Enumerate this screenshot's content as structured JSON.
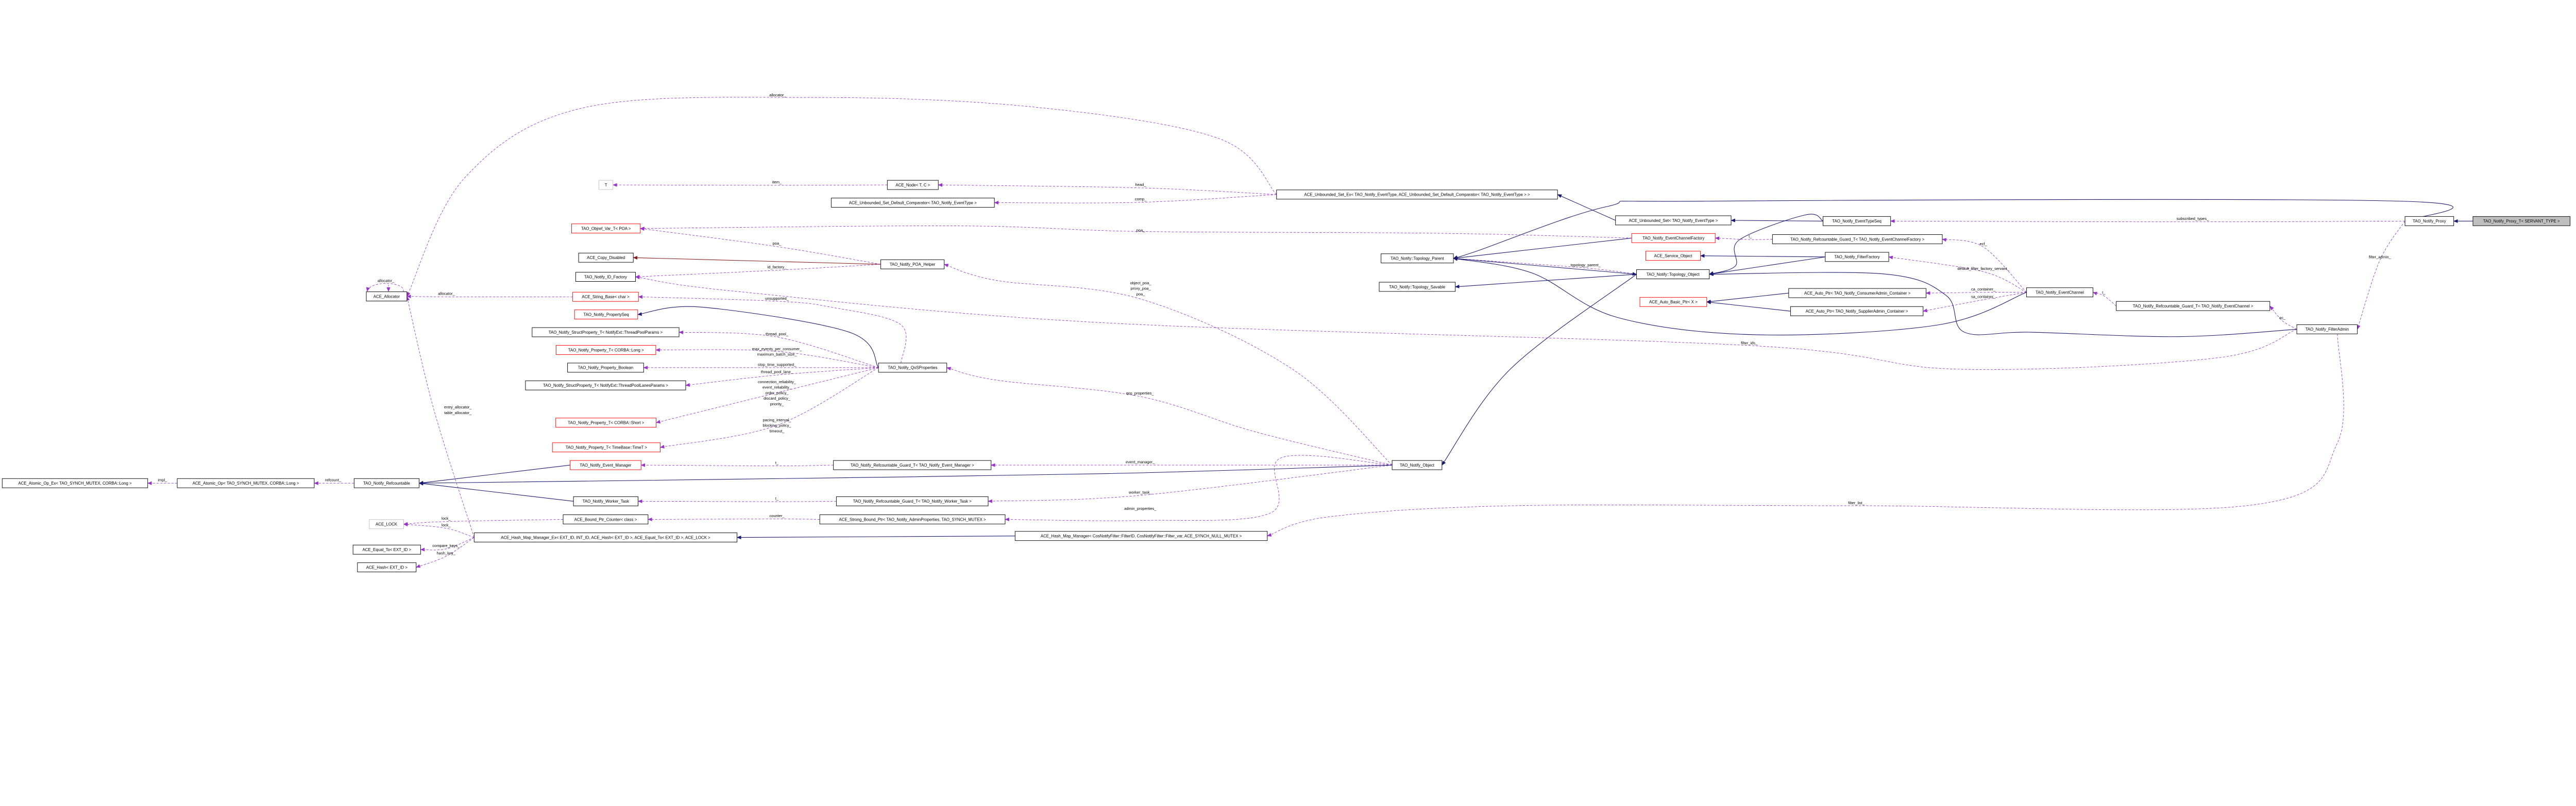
{
  "colors": {
    "inheritance": "#191970",
    "usage": "#9a32cd",
    "private_inheritance": "#8b1a1a",
    "truncated_border": "#ff0000",
    "undocumented_border": "#bfbfbf",
    "normal_border": "#000000",
    "focus_fill": "#bfbfbf"
  },
  "nodes": [
    {
      "label": "T",
      "style": "undocumented"
    },
    {
      "label": "ACE_Node< T, C >",
      "style": "normal"
    },
    {
      "label": "ACE_Unbounded_Set_Default_Comparator< TAO_Notify_EventType >",
      "style": "normal"
    },
    {
      "label": "ACE_Unbounded_Set_Ex< TAO_Notify_EventType, ACE_Unbounded_Set_Default_Comparator< TAO_Notify_EventType > >",
      "style": "normal"
    },
    {
      "label": "TAO_Objref_Var_T< POA >",
      "style": "truncated"
    },
    {
      "label": "ACE_Copy_Disabled",
      "style": "normal"
    },
    {
      "label": "TAO_Notify_POA_Helper",
      "style": "normal"
    },
    {
      "label": "TAO_Notify_ID_Factory",
      "style": "normal"
    },
    {
      "label": "ACE_String_Base< char >",
      "style": "truncated"
    },
    {
      "label": "ACE_Allocator",
      "style": "normal"
    },
    {
      "label": "TAO_Notify_PropertySeq",
      "style": "truncated"
    },
    {
      "label": "TAO_Notify_StructProperty_T< NotifyExt::ThreadPoolParams >",
      "style": "normal"
    },
    {
      "label": "TAO_Notify_Property_T< CORBA::Long >",
      "style": "truncated"
    },
    {
      "label": "TAO_Notify_Property_Boolean",
      "style": "normal"
    },
    {
      "label": "TAO_Notify_StructProperty_T< NotifyExt::ThreadPoolLanesParams >",
      "style": "normal"
    },
    {
      "label": "TAO_Notify_Property_T< CORBA::Short >",
      "style": "truncated"
    },
    {
      "label": "TAO_Notify_Property_T< TimeBase::TimeT >",
      "style": "truncated"
    },
    {
      "label": "TAO_Notify_QoSProperties",
      "style": "normal"
    },
    {
      "label": "TAO_Notify_Event_Manager",
      "style": "truncated"
    },
    {
      "label": "TAO_Notify_Refcountable_Guard_T< TAO_Notify_Event_Manager >",
      "style": "normal"
    },
    {
      "label": "TAO_Notify_Worker_Task",
      "style": "normal"
    },
    {
      "label": "TAO_Notify_Refcountable_Guard_T< TAO_Notify_Worker_Task >",
      "style": "normal"
    },
    {
      "label": "ACE_Bound_Ptr_Counter< class >",
      "style": "normal"
    },
    {
      "label": "ACE_Strong_Bound_Ptr< TAO_Notify_AdminProperties, TAO_SYNCH_MUTEX >",
      "style": "normal"
    },
    {
      "label": "ACE_Hash_Map_Manager_Ex< EXT_ID, INT_ID, ACE_Hash< EXT_ID >, ACE_Equal_To< EXT_ID >, ACE_LOCK >",
      "style": "normal"
    },
    {
      "label": "ACE_Atomic_Op_Ex< TAO_SYNCH_MUTEX, CORBA::Long >",
      "style": "normal"
    },
    {
      "label": "ACE_Atomic_Op< TAO_SYNCH_MUTEX, CORBA::Long >",
      "style": "normal"
    },
    {
      "label": "TAO_Notify_Refcountable",
      "style": "normal"
    },
    {
      "label": "ACE_LOCK",
      "style": "undocumented"
    },
    {
      "label": "ACE_Equal_To< EXT_ID >",
      "style": "normal"
    },
    {
      "label": "ACE_Hash< EXT_ID >",
      "style": "normal"
    },
    {
      "label": "TAO_Notify_Object",
      "style": "normal"
    },
    {
      "label": "ACE_Hash_Map_Manager< CosNotifyFilter::FilterID, CosNotifyFilter::Filter_var, ACE_SYNCH_NULL_MUTEX >",
      "style": "normal"
    },
    {
      "label": "TAO_Notify::Topology_Parent",
      "style": "normal"
    },
    {
      "label": "TAO_Notify::Topology_Savable",
      "style": "normal"
    },
    {
      "label": "ACE_Unbounded_Set< TAO_Notify_EventType >",
      "style": "normal"
    },
    {
      "label": "TAO_Notify_EventChannelFactory",
      "style": "truncated"
    },
    {
      "label": "ACE_Service_Object",
      "style": "truncated"
    },
    {
      "label": "TAO_Notify::Topology_Object",
      "style": "normal"
    },
    {
      "label": "ACE_Auto_Basic_Ptr< X >",
      "style": "truncated"
    },
    {
      "label": "TAO_Notify_EventTypeSeq",
      "style": "normal"
    },
    {
      "label": "TAO_Notify_Refcountable_Guard_T< TAO_Notify_EventChannelFactory >",
      "style": "normal"
    },
    {
      "label": "TAO_Notify_FilterFactory",
      "style": "normal"
    },
    {
      "label": "ACE_Auto_Ptr< TAO_Notify_ConsumerAdmin_Container >",
      "style": "normal"
    },
    {
      "label": "ACE_Auto_Ptr< TAO_Notify_SupplierAdmin_Container >",
      "style": "normal"
    },
    {
      "label": "TAO_Notify_EventChannel",
      "style": "normal"
    },
    {
      "label": "TAO_Notify_Refcountable_Guard_T< TAO_Notify_EventChannel >",
      "style": "normal"
    },
    {
      "label": "TAO_Notify_Proxy",
      "style": "normal"
    },
    {
      "label": "TAO_Notify_Proxy_T< SERVANT_TYPE >",
      "style": "focus"
    },
    {
      "label": "TAO_Notify_FilterAdmin",
      "style": "normal"
    }
  ],
  "edges": [
    {
      "from": "ACE_Atomic_Op< TAO_SYNCH_MUTEX, CORBA::Long >",
      "to": "ACE_Atomic_Op_Ex< TAO_SYNCH_MUTEX, CORBA::Long >",
      "type": "usage",
      "labels": [
        "impl_"
      ]
    },
    {
      "from": "TAO_Notify_Refcountable",
      "to": "ACE_Atomic_Op< TAO_SYNCH_MUTEX, CORBA::Long >",
      "type": "usage",
      "labels": [
        "refcount_"
      ]
    },
    {
      "from": "ACE_Node< T, C >",
      "to": "T",
      "type": "usage",
      "labels": [
        "item_"
      ]
    },
    {
      "from": "ACE_Unbounded_Set_Ex< TAO_Notify_EventType, ACE_Unbounded_Set_Default_Comparator< TAO_Notify_EventType > >",
      "to": "ACE_Node< T, C >",
      "type": "usage",
      "labels": [
        "head_"
      ]
    },
    {
      "from": "ACE_Unbounded_Set_Ex< TAO_Notify_EventType, ACE_Unbounded_Set_Default_Comparator< TAO_Notify_EventType > >",
      "to": "ACE_Unbounded_Set_Default_Comparator< TAO_Notify_EventType >",
      "type": "usage",
      "labels": [
        "comp_"
      ]
    },
    {
      "from": "ACE_Unbounded_Set_Ex< TAO_Notify_EventType, ACE_Unbounded_Set_Default_Comparator< TAO_Notify_EventType > >",
      "to": "ACE_Allocator",
      "type": "usage",
      "labels": [
        "allocator_"
      ]
    },
    {
      "from": "ACE_Allocator",
      "to": "ACE_Allocator",
      "type": "usage",
      "labels": [
        "allocator_"
      ]
    },
    {
      "from": "ACE_String_Base< char >",
      "to": "ACE_Allocator",
      "type": "usage",
      "labels": [
        "allocator_"
      ]
    },
    {
      "from": "ACE_Hash_Map_Manager_Ex< EXT_ID, INT_ID, ACE_Hash< EXT_ID >, ACE_Equal_To< EXT_ID >, ACE_LOCK >",
      "to": "ACE_Allocator",
      "type": "usage",
      "labels": [
        "entry_allocator_",
        "table_allocator_"
      ]
    },
    {
      "from": "TAO_Notify_POA_Helper",
      "to": "TAO_Objref_Var_T< POA >",
      "type": "usage",
      "labels": [
        "poa_"
      ]
    },
    {
      "from": "TAO_Notify_POA_Helper",
      "to": "ACE_Copy_Disabled",
      "type": "private",
      "labels": []
    },
    {
      "from": "TAO_Notify_POA_Helper",
      "to": "TAO_Notify_ID_Factory",
      "type": "usage",
      "labels": [
        "id_factory_"
      ]
    },
    {
      "from": "TAO_Notify_QoSProperties",
      "to": "ACE_String_Base< char >",
      "type": "usage",
      "labels": [
        "unsupported_"
      ]
    },
    {
      "from": "TAO_Notify_QoSProperties",
      "to": "TAO_Notify_PropertySeq",
      "type": "inheritance",
      "labels": []
    },
    {
      "from": "TAO_Notify_QoSProperties",
      "to": "TAO_Notify_StructProperty_T< NotifyExt::ThreadPoolParams >",
      "type": "usage",
      "labels": [
        "thread_pool_"
      ]
    },
    {
      "from": "TAO_Notify_QoSProperties",
      "to": "TAO_Notify_Property_T< CORBA::Long >",
      "type": "usage",
      "labels": [
        "max_events_per_consumer_",
        "maximum_batch_size_"
      ]
    },
    {
      "from": "TAO_Notify_QoSProperties",
      "to": "TAO_Notify_Property_Boolean",
      "type": "usage",
      "labels": [
        "stop_time_supported_"
      ]
    },
    {
      "from": "TAO_Notify_QoSProperties",
      "to": "TAO_Notify_StructProperty_T< NotifyExt::ThreadPoolLanesParams >",
      "type": "usage",
      "labels": [
        "thread_pool_lane_"
      ]
    },
    {
      "from": "TAO_Notify_QoSProperties",
      "to": "TAO_Notify_Property_T< CORBA::Short >",
      "type": "usage",
      "labels": [
        "connection_reliability_",
        "event_reliability_",
        "order_policy_",
        "discard_policy_",
        "priority_"
      ]
    },
    {
      "from": "TAO_Notify_QoSProperties",
      "to": "TAO_Notify_Property_T< TimeBase::TimeT >",
      "type": "usage",
      "labels": [
        "pacing_interval_",
        "blocking_policy_",
        "timeout_"
      ]
    },
    {
      "from": "TAO_Notify_Object",
      "to": "TAO_Notify_QoSProperties",
      "type": "usage",
      "labels": [
        "qos_properties_"
      ]
    },
    {
      "from": "TAO_Notify_Object",
      "to": "TAO_Notify_POA_Helper",
      "type": "usage",
      "labels": [
        "object_poa_",
        "proxy_poa_",
        "poa_"
      ]
    },
    {
      "from": "TAO_Notify_Object",
      "to": "TAO_Notify_Refcountable_Guard_T< TAO_Notify_Event_Manager >",
      "type": "usage",
      "labels": [
        "event_manager_"
      ]
    },
    {
      "from": "TAO_Notify_Object",
      "to": "TAO_Notify_Refcountable_Guard_T< TAO_Notify_Worker_Task >",
      "type": "usage",
      "labels": [
        "worker_task_"
      ]
    },
    {
      "from": "TAO_Notify_Object",
      "to": "ACE_Strong_Bound_Ptr< TAO_Notify_AdminProperties, TAO_SYNCH_MUTEX >",
      "type": "usage",
      "labels": [
        "admin_properties_"
      ]
    },
    {
      "from": "TAO_Notify_Refcountable_Guard_T< TAO_Notify_Event_Manager >",
      "to": "TAO_Notify_Event_Manager",
      "type": "usage",
      "labels": [
        "t_"
      ]
    },
    {
      "from": "TAO_Notify_Refcountable_Guard_T< TAO_Notify_Worker_Task >",
      "to": "TAO_Notify_Worker_Task",
      "type": "usage",
      "labels": [
        "t_"
      ]
    },
    {
      "from": "ACE_Strong_Bound_Ptr< TAO_Notify_AdminProperties, TAO_SYNCH_MUTEX >",
      "to": "ACE_Bound_Ptr_Counter< class >",
      "type": "usage",
      "labels": [
        "counter_"
      ]
    },
    {
      "from": "ACE_Bound_Ptr_Counter< class >",
      "to": "ACE_LOCK",
      "type": "usage",
      "labels": [
        "lock_"
      ]
    },
    {
      "from": "ACE_Hash_Map_Manager_Ex< EXT_ID, INT_ID, ACE_Hash< EXT_ID >, ACE_Equal_To< EXT_ID >, ACE_LOCK >",
      "to": "ACE_LOCK",
      "type": "usage",
      "labels": [
        "lock_"
      ]
    },
    {
      "from": "ACE_Hash_Map_Manager_Ex< EXT_ID, INT_ID, ACE_Hash< EXT_ID >, ACE_Equal_To< EXT_ID >, ACE_LOCK >",
      "to": "ACE_Equal_To< EXT_ID >",
      "type": "usage",
      "labels": [
        "compare_keys_"
      ]
    },
    {
      "from": "ACE_Hash_Map_Manager_Ex< EXT_ID, INT_ID, ACE_Hash< EXT_ID >, ACE_Equal_To< EXT_ID >, ACE_LOCK >",
      "to": "ACE_Hash< EXT_ID >",
      "type": "usage",
      "labels": [
        "hash_key_"
      ]
    },
    {
      "from": "TAO_Notify_Event_Manager",
      "to": "TAO_Notify_Refcountable",
      "type": "inheritance",
      "labels": []
    },
    {
      "from": "TAO_Notify_Worker_Task",
      "to": "TAO_Notify_Refcountable",
      "type": "inheritance",
      "labels": []
    },
    {
      "from": "TAO_Notify_Object",
      "to": "TAO_Notify_Refcountable",
      "type": "inheritance",
      "labels": []
    },
    {
      "from": "ACE_Hash_Map_Manager< CosNotifyFilter::FilterID, CosNotifyFilter::Filter_var, ACE_SYNCH_NULL_MUTEX >",
      "to": "ACE_Hash_Map_Manager_Ex< EXT_ID, INT_ID, ACE_Hash< EXT_ID >, ACE_Equal_To< EXT_ID >, ACE_LOCK >",
      "type": "inheritance",
      "labels": []
    },
    {
      "from": "ACE_Unbounded_Set< TAO_Notify_EventType >",
      "to": "ACE_Unbounded_Set_Ex< TAO_Notify_EventType, ACE_Unbounded_Set_Default_Comparator< TAO_Notify_EventType > >",
      "type": "inheritance",
      "labels": []
    },
    {
      "from": "TAO_Notify_EventTypeSeq",
      "to": "ACE_Unbounded_Set< TAO_Notify_EventType >",
      "type": "inheritance",
      "labels": []
    },
    {
      "from": "TAO_Notify_EventTypeSeq",
      "to": "TAO_Notify::Topology_Object",
      "type": "inheritance",
      "labels": []
    },
    {
      "from": "TAO_Notify_EventChannelFactory",
      "to": "TAO_Notify::Topology_Parent",
      "type": "inheritance",
      "labels": []
    },
    {
      "from": "TAO_Notify_EventChannelFactory",
      "to": "TAO_Objref_Var_T< POA >",
      "type": "usage",
      "labels": [
        "poa_"
      ]
    },
    {
      "from": "TAO_Notify_Refcountable_Guard_T< TAO_Notify_EventChannelFactory >",
      "to": "TAO_Notify_EventChannelFactory",
      "type": "usage",
      "labels": [
        "t_"
      ]
    },
    {
      "from": "TAO_Notify_FilterFactory",
      "to": "ACE_Service_Object",
      "type": "inheritance",
      "labels": []
    },
    {
      "from": "TAO_Notify_FilterFactory",
      "to": "TAO_Notify::Topology_Object",
      "type": "inheritance",
      "labels": []
    },
    {
      "from": "TAO_Notify::Topology_Object",
      "to": "TAO_Notify::Topology_Parent",
      "type": "usage",
      "labels": [
        "topology_parent_"
      ]
    },
    {
      "from": "TAO_Notify::Topology_Parent",
      "to": "TAO_Notify::Topology_Object",
      "type": "inheritance",
      "labels": []
    },
    {
      "from": "TAO_Notify::Topology_Object",
      "to": "TAO_Notify::Topology_Savable",
      "type": "inheritance",
      "labels": []
    },
    {
      "from": "TAO_Notify::Topology_Object",
      "to": "TAO_Notify_Object",
      "type": "inheritance",
      "labels": []
    },
    {
      "from": "ACE_Auto_Ptr< TAO_Notify_ConsumerAdmin_Container >",
      "to": "ACE_Auto_Basic_Ptr< X >",
      "type": "inheritance",
      "labels": []
    },
    {
      "from": "ACE_Auto_Ptr< TAO_Notify_SupplierAdmin_Container >",
      "to": "ACE_Auto_Basic_Ptr< X >",
      "type": "inheritance",
      "labels": []
    },
    {
      "from": "TAO_Notify_EventChannel",
      "to": "TAO_Notify_Refcountable_Guard_T< TAO_Notify_EventChannelFactory >",
      "type": "usage",
      "labels": [
        "ecf_"
      ]
    },
    {
      "from": "TAO_Notify_EventChannel",
      "to": "TAO_Notify_FilterFactory",
      "type": "usage",
      "labels": [
        "default_filter_factory_servant_"
      ]
    },
    {
      "from": "TAO_Notify_EventChannel",
      "to": "ACE_Auto_Ptr< TAO_Notify_ConsumerAdmin_Container >",
      "type": "usage",
      "labels": [
        "ca_container_"
      ]
    },
    {
      "from": "TAO_Notify_EventChannel",
      "to": "ACE_Auto_Ptr< TAO_Notify_SupplierAdmin_Container >",
      "type": "usage",
      "labels": [
        "sa_container_"
      ]
    },
    {
      "from": "TAO_Notify_EventChannel",
      "to": "TAO_Notify::Topology_Parent",
      "type": "inheritance",
      "labels": []
    },
    {
      "from": "TAO_Notify_Refcountable_Guard_T< TAO_Notify_EventChannel >",
      "to": "TAO_Notify_EventChannel",
      "type": "usage",
      "labels": [
        "t_"
      ]
    },
    {
      "from": "TAO_Notify_FilterAdmin",
      "to": "TAO_Notify_Refcountable_Guard_T< TAO_Notify_EventChannel >",
      "type": "usage",
      "labels": [
        "ec_"
      ]
    },
    {
      "from": "TAO_Notify_FilterAdmin",
      "to": "TAO_Notify::Topology_Object",
      "type": "inheritance",
      "labels": []
    },
    {
      "from": "TAO_Notify_FilterAdmin",
      "to": "TAO_Notify_ID_Factory",
      "type": "usage",
      "labels": [
        "filter_ids_"
      ]
    },
    {
      "from": "TAO_Notify_FilterAdmin",
      "to": "ACE_Hash_Map_Manager< CosNotifyFilter::FilterID, CosNotifyFilter::Filter_var, ACE_SYNCH_NULL_MUTEX >",
      "type": "usage",
      "labels": [
        "filter_list_"
      ]
    },
    {
      "from": "TAO_Notify_Proxy",
      "to": "TAO_Notify_EventTypeSeq",
      "type": "usage",
      "labels": [
        "subscribed_types_"
      ]
    },
    {
      "from": "TAO_Notify_Proxy",
      "to": "TAO_Notify_FilterAdmin",
      "type": "usage",
      "labels": [
        "filter_admin_"
      ]
    },
    {
      "from": "TAO_Notify_Proxy_T< SERVANT_TYPE >",
      "to": "TAO_Notify_Proxy",
      "type": "inheritance",
      "labels": []
    },
    {
      "from": "TAO_Notify_Proxy",
      "to": "TAO_Notify::Topology_Parent",
      "type": "inheritance",
      "labels": []
    }
  ]
}
